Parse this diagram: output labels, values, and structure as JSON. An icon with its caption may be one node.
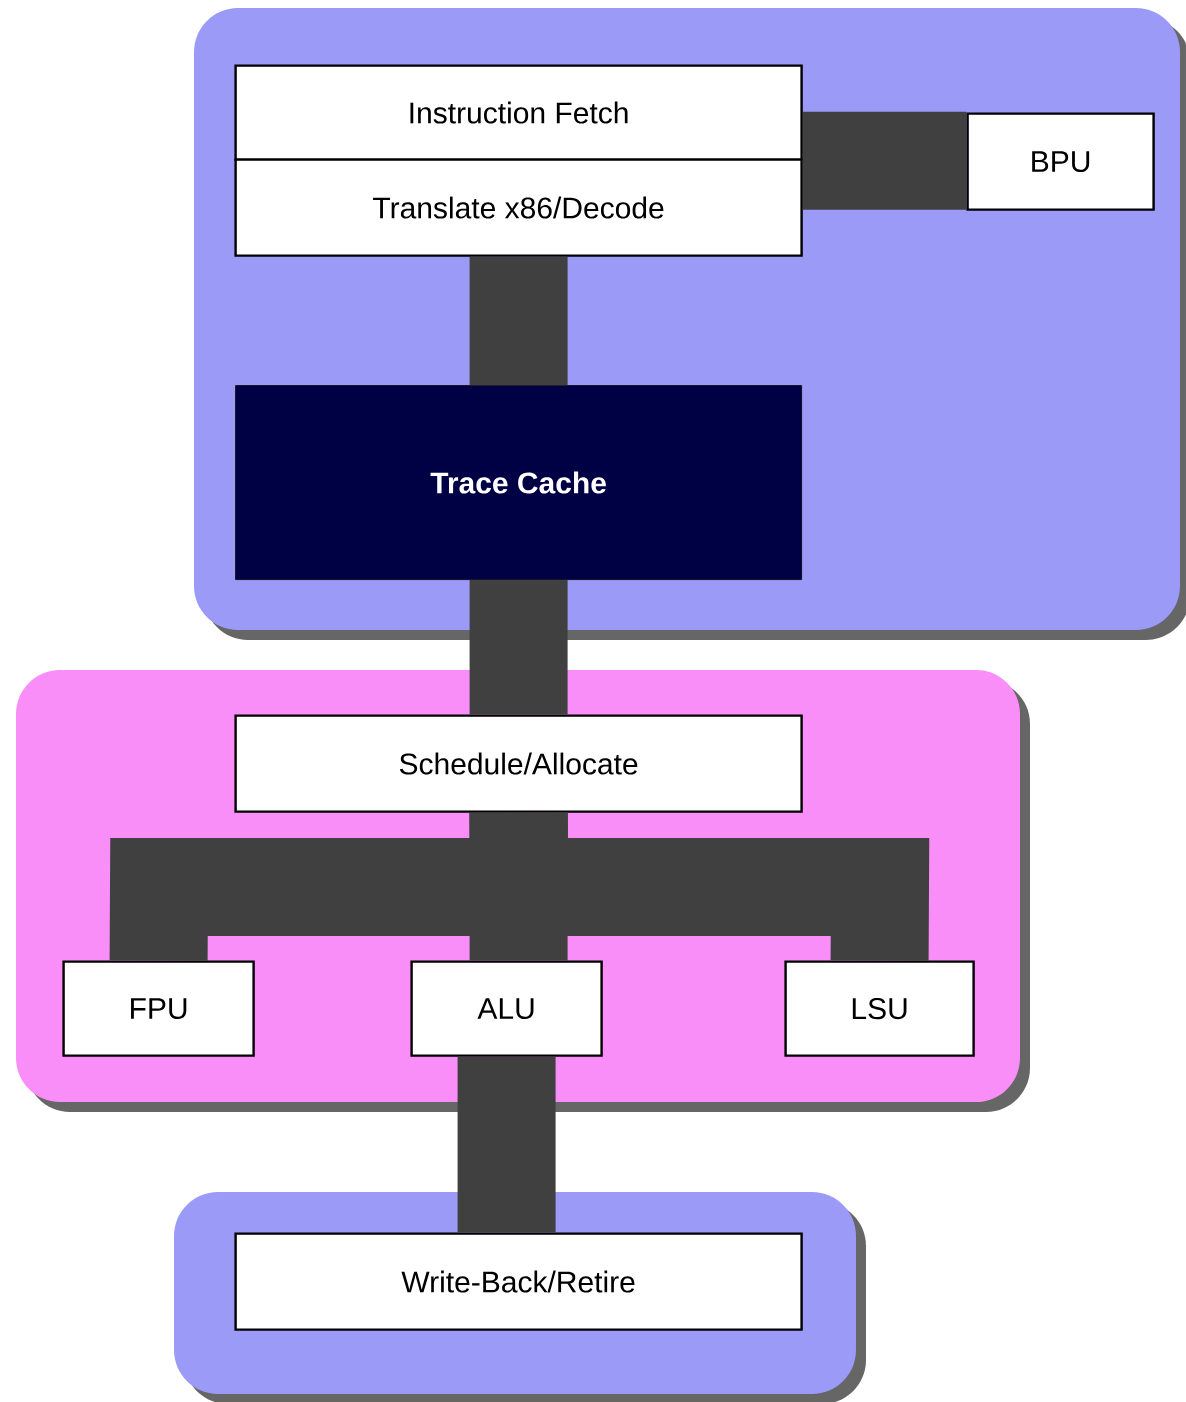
{
  "diagram": {
    "nodes": [
      {
        "text": [],
        "shape": "box"
      },
      {
        "text": [
          "Instruction Fetch"
        ],
        "in": 0
      },
      {
        "text": [
          "Translate x86/Decode"
        ],
        "in": 0
      },
      {
        "text": [
          "BPU"
        ],
        "in": 0
      },
      {
        "text": [
          "Trace Cache"
        ],
        "in": 0
      },
      {
        "text": [],
        "shape": "box"
      },
      {
        "text": [
          "Schedule/Allocate"
        ],
        "in": 5
      },
      {
        "text": [
          "FPU"
        ],
        "in": 5
      },
      {
        "text": [
          "ALU"
        ],
        "in": 5
      },
      {
        "text": [
          "LSU"
        ],
        "in": 5
      },
      {
        "text": [],
        "shape": "box"
      },
      {
        "text": [
          "Write-Back/Retire"
        ],
        "in": 10
      }
    ],
    "edges": [
      {
        "from": 1,
        "to": 3,
        "arrow": "none"
      },
      {
        "from": 2,
        "to": 4,
        "arrow": "none"
      },
      {
        "from": 4,
        "to": 6,
        "arrow": "none"
      },
      {
        "from": 6,
        "to": 7,
        "arrow": "none"
      },
      {
        "from": 6,
        "to": 8,
        "arrow": "none"
      },
      {
        "from": 6,
        "to": 9,
        "arrow": "none"
      },
      {
        "from": 8,
        "to": 11,
        "arrow": "none"
      }
    ]
  }
}
